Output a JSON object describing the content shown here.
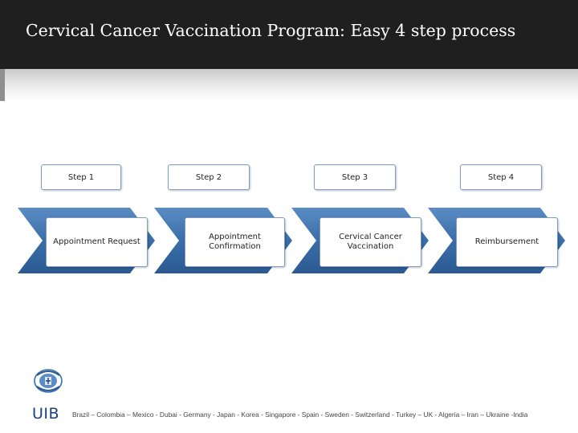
{
  "slide": {
    "title": "Cervical Cancer Vaccination Program: Easy 4 step process"
  },
  "steps": [
    {
      "label": "Step 1",
      "description": "Appointment Request"
    },
    {
      "label": "Step 2",
      "description": "Appointment\nConfirmation"
    },
    {
      "label": "Step 3",
      "description": "Cervical Cancer\nVaccination"
    },
    {
      "label": "Step 4",
      "description": "Reimbursement"
    }
  ],
  "footer": {
    "brand": "UIB",
    "locations": "Brazil – Colombia – Mexico - Dubai - Germany - Japan - Korea - Singapore - Spain - Sweden - Switzerland - Turkey – UK - Algeria – Iran – Ukraine -India"
  },
  "colors": {
    "chevron": "#3a6ea8",
    "box_border": "#7f9bc4",
    "title_bar": "#1f1f1f",
    "brand": "#1d3f7a"
  }
}
